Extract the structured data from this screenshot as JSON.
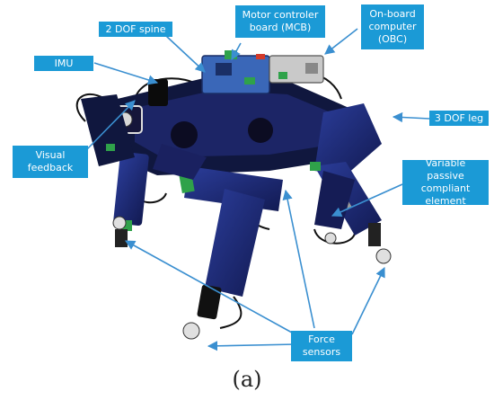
{
  "labels": {
    "spine": "2 DOF spine",
    "mcb": "Motor controler\nboard (MCB)",
    "obc": "On-board\ncomputer\n(OBC)",
    "imu": "IMU",
    "leg": "3 DOF leg",
    "visual": "Visual\nfeedback",
    "compliant": "Variable passive\ncompliant\nelement",
    "force": "Force\nsensors"
  },
  "caption": "(a)",
  "colors": {
    "callout": "#1b9ad6",
    "leader": "#3a8fd0",
    "frame": "#1d2c7a",
    "frame_dark": "#0e1536",
    "pcb": "#2f5fb0",
    "accent_green": "#2fa24a",
    "accent_red": "#d23a2a"
  }
}
